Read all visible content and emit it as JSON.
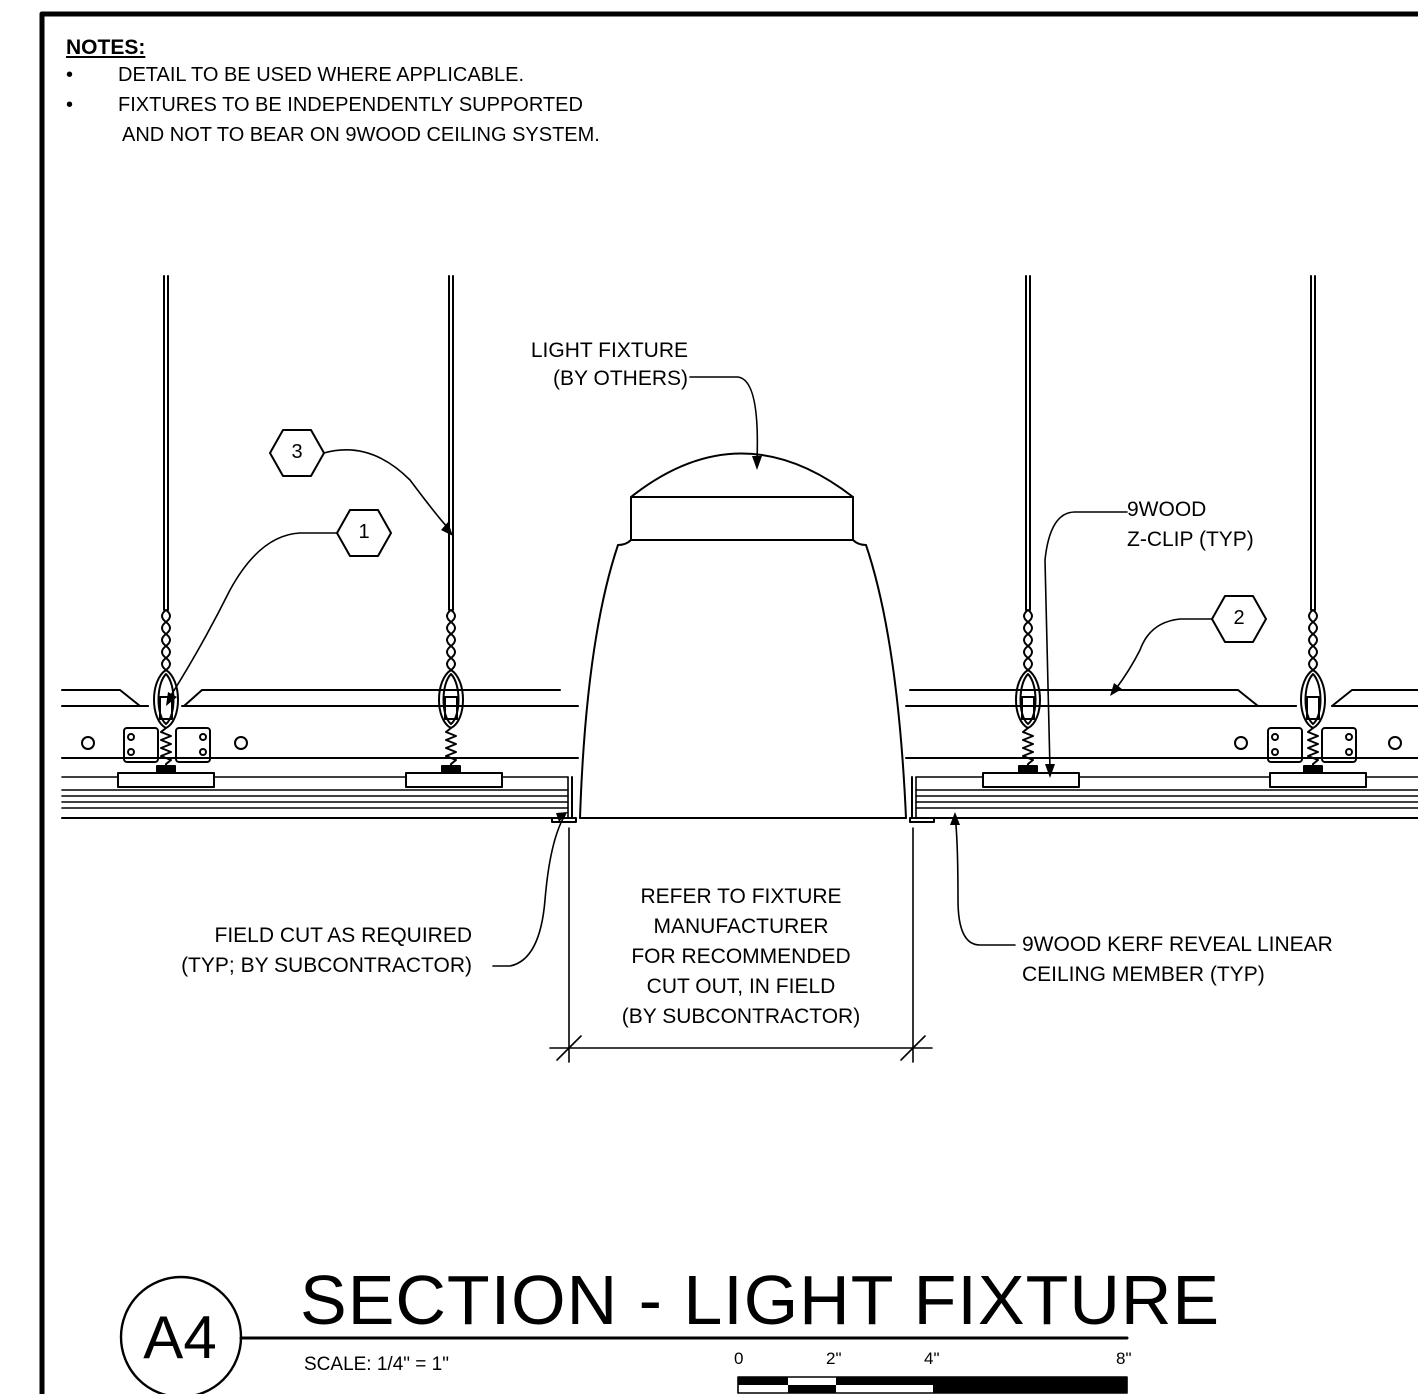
{
  "notes": {
    "title": "NOTES:",
    "items": [
      "DETAIL TO BE USED WHERE APPLICABLE.",
      "FIXTURES TO BE INDEPENDENTLY SUPPORTED",
      "AND NOT TO BEAR ON 9WOOD CEILING SYSTEM."
    ]
  },
  "callouts": {
    "light_fixture_1": "LIGHT FIXTURE",
    "light_fixture_2": "(BY OTHERS)",
    "zclip_1": "9WOOD",
    "zclip_2": "Z-CLIP (TYP)",
    "field_cut_1": "FIELD CUT AS REQUIRED",
    "field_cut_2": "(TYP; BY SUBCONTRACTOR)",
    "refer_1": "REFER TO FIXTURE",
    "refer_2": "MANUFACTURER",
    "refer_3": "FOR RECOMMENDED",
    "refer_4": "CUT OUT, IN  FIELD",
    "refer_5": "(BY SUBCONTRACTOR)",
    "kerf_1": "9WOOD KERF REVEAL LINEAR",
    "kerf_2": "CEILING MEMBER (TYP)"
  },
  "tags": {
    "t1": "1",
    "t2": "2",
    "t3": "3"
  },
  "title_block": {
    "badge": "A4",
    "title": "SECTION - LIGHT FIXTURE",
    "scale": "SCALE: 1/4\" = 1\"",
    "scale_ticks": [
      "0",
      "2\"",
      "4\"",
      "8\""
    ]
  }
}
